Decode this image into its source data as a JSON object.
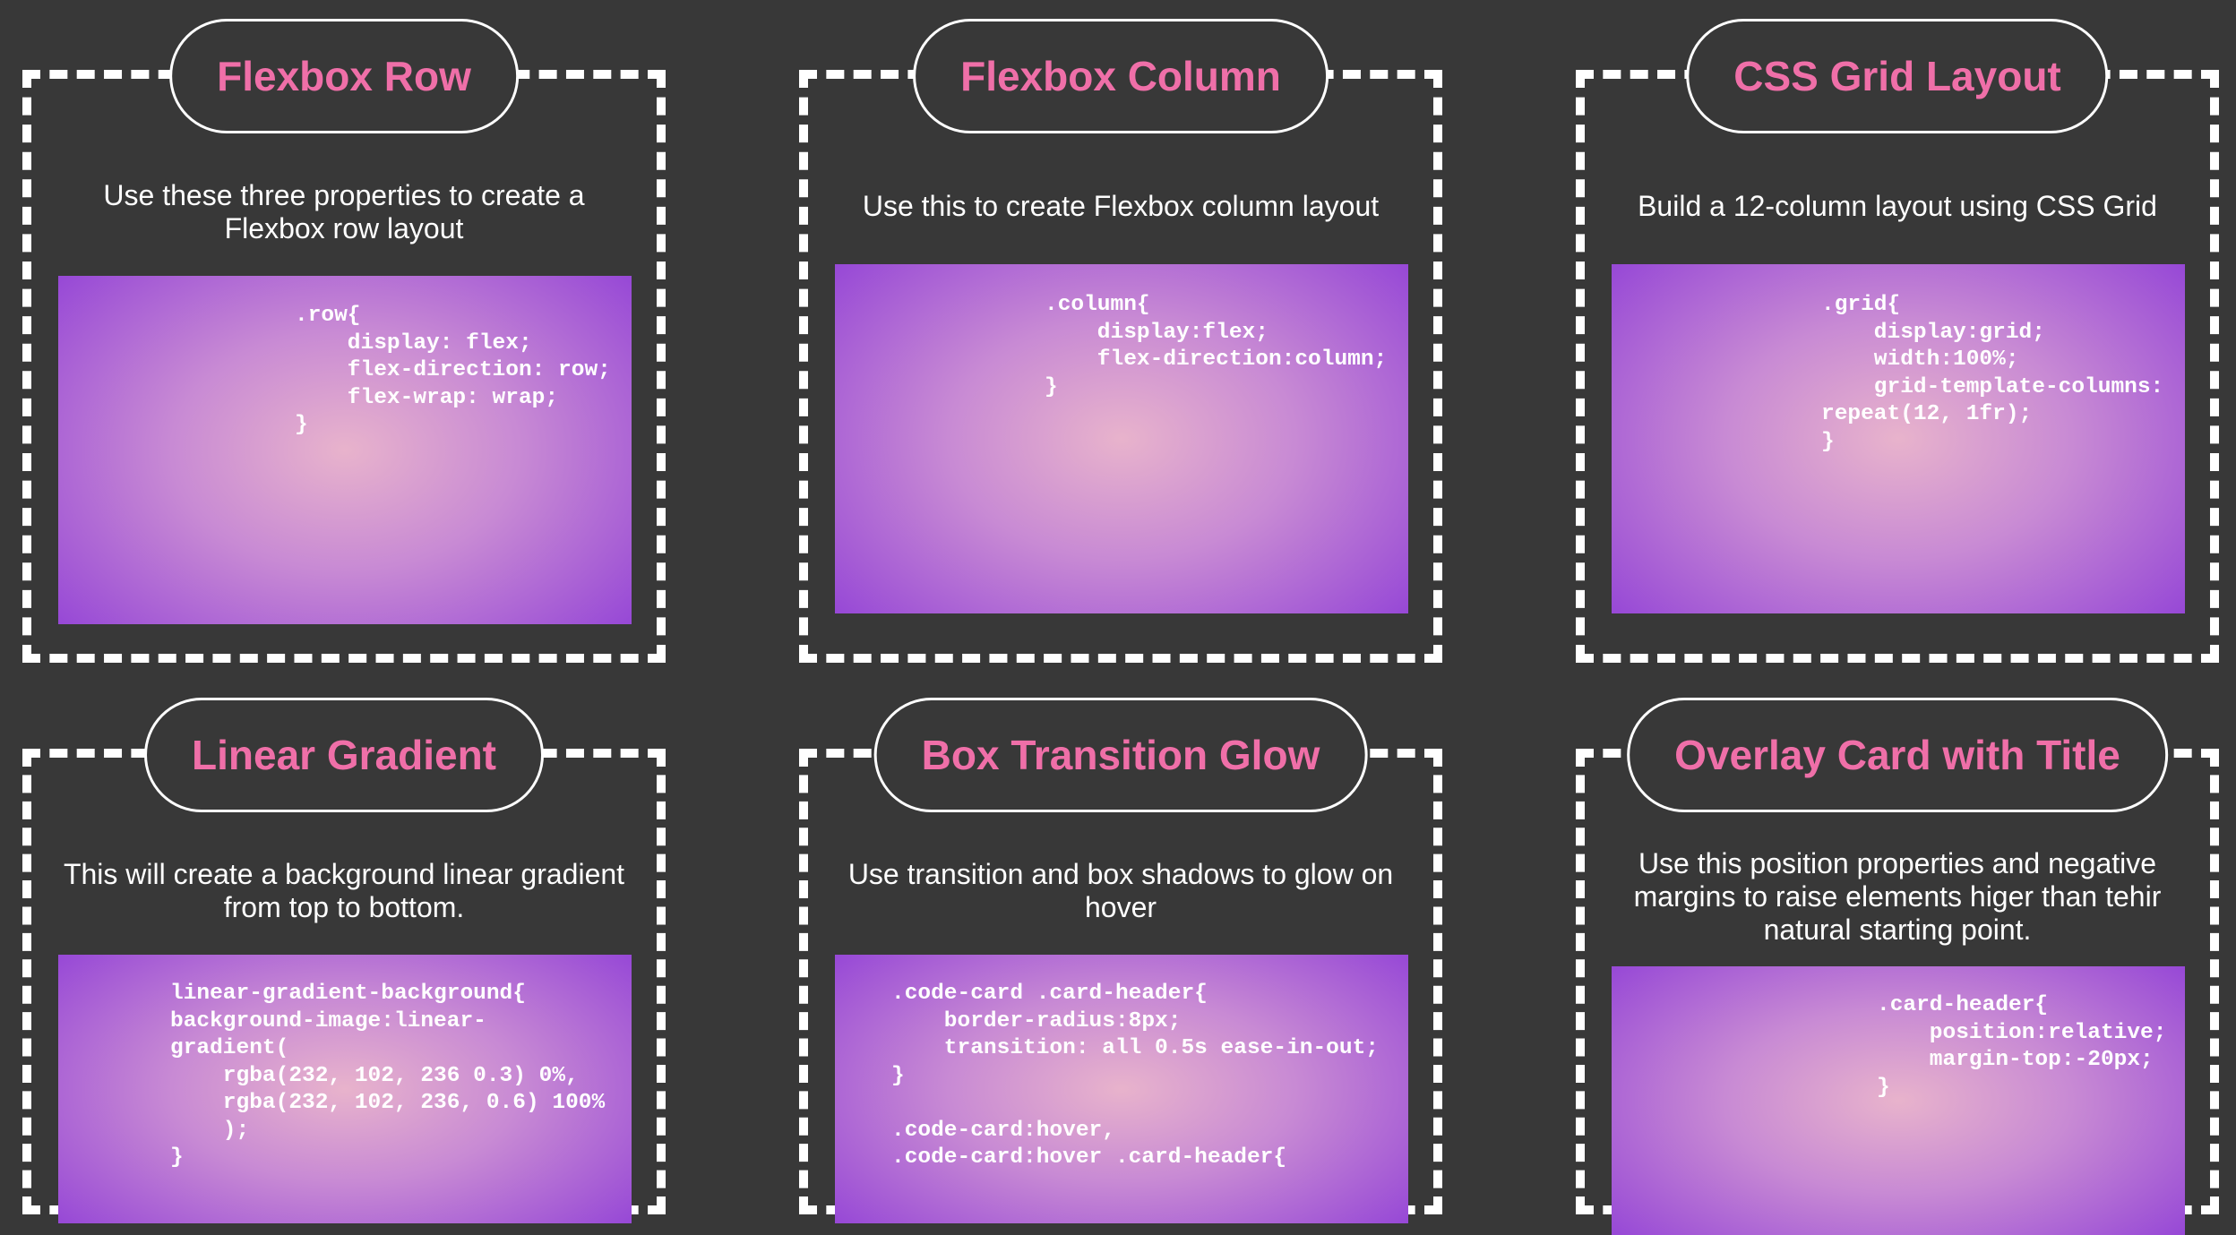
{
  "cards": [
    {
      "title": "Flexbox Row",
      "description": "Use these three properties to create a Flexbox row layout",
      "code": ".row{\n    display: flex;\n    flex-direction: row;\n    flex-wrap: wrap;\n}"
    },
    {
      "title": "Flexbox Column",
      "description": "Use this to create Flexbox column layout",
      "code": ".column{\n    display:flex;\n    flex-direction:column;\n}"
    },
    {
      "title": "CSS Grid Layout",
      "description": "Build a 12-column layout using CSS Grid",
      "code": ".grid{\n    display:grid;\n    width:100%;\n    grid-template-columns:\nrepeat(12, 1fr);\n}"
    },
    {
      "title": "Linear Gradient",
      "description": "This will create a background linear gradient from top to bottom.",
      "code": "linear-gradient-background{\nbackground-image:linear-\ngradient(\n    rgba(232, 102, 236 0.3) 0%,\n    rgba(232, 102, 236, 0.6) 100%\n    );\n}"
    },
    {
      "title": "Box Transition Glow",
      "description": "Use transition and box shadows to glow on hover",
      "code": ".code-card .card-header{\n    border-radius:8px;\n    transition: all 0.5s ease-in-out;\n}\n\n.code-card:hover,\n.code-card:hover .card-header{"
    },
    {
      "title": "Overlay Card with Title",
      "description": "Use this position properties and negative margins to raise elements higer than tehir natural starting point.",
      "code": ".card-header{\n    position:relative;\n    margin-top:-20px;\n}"
    }
  ]
}
